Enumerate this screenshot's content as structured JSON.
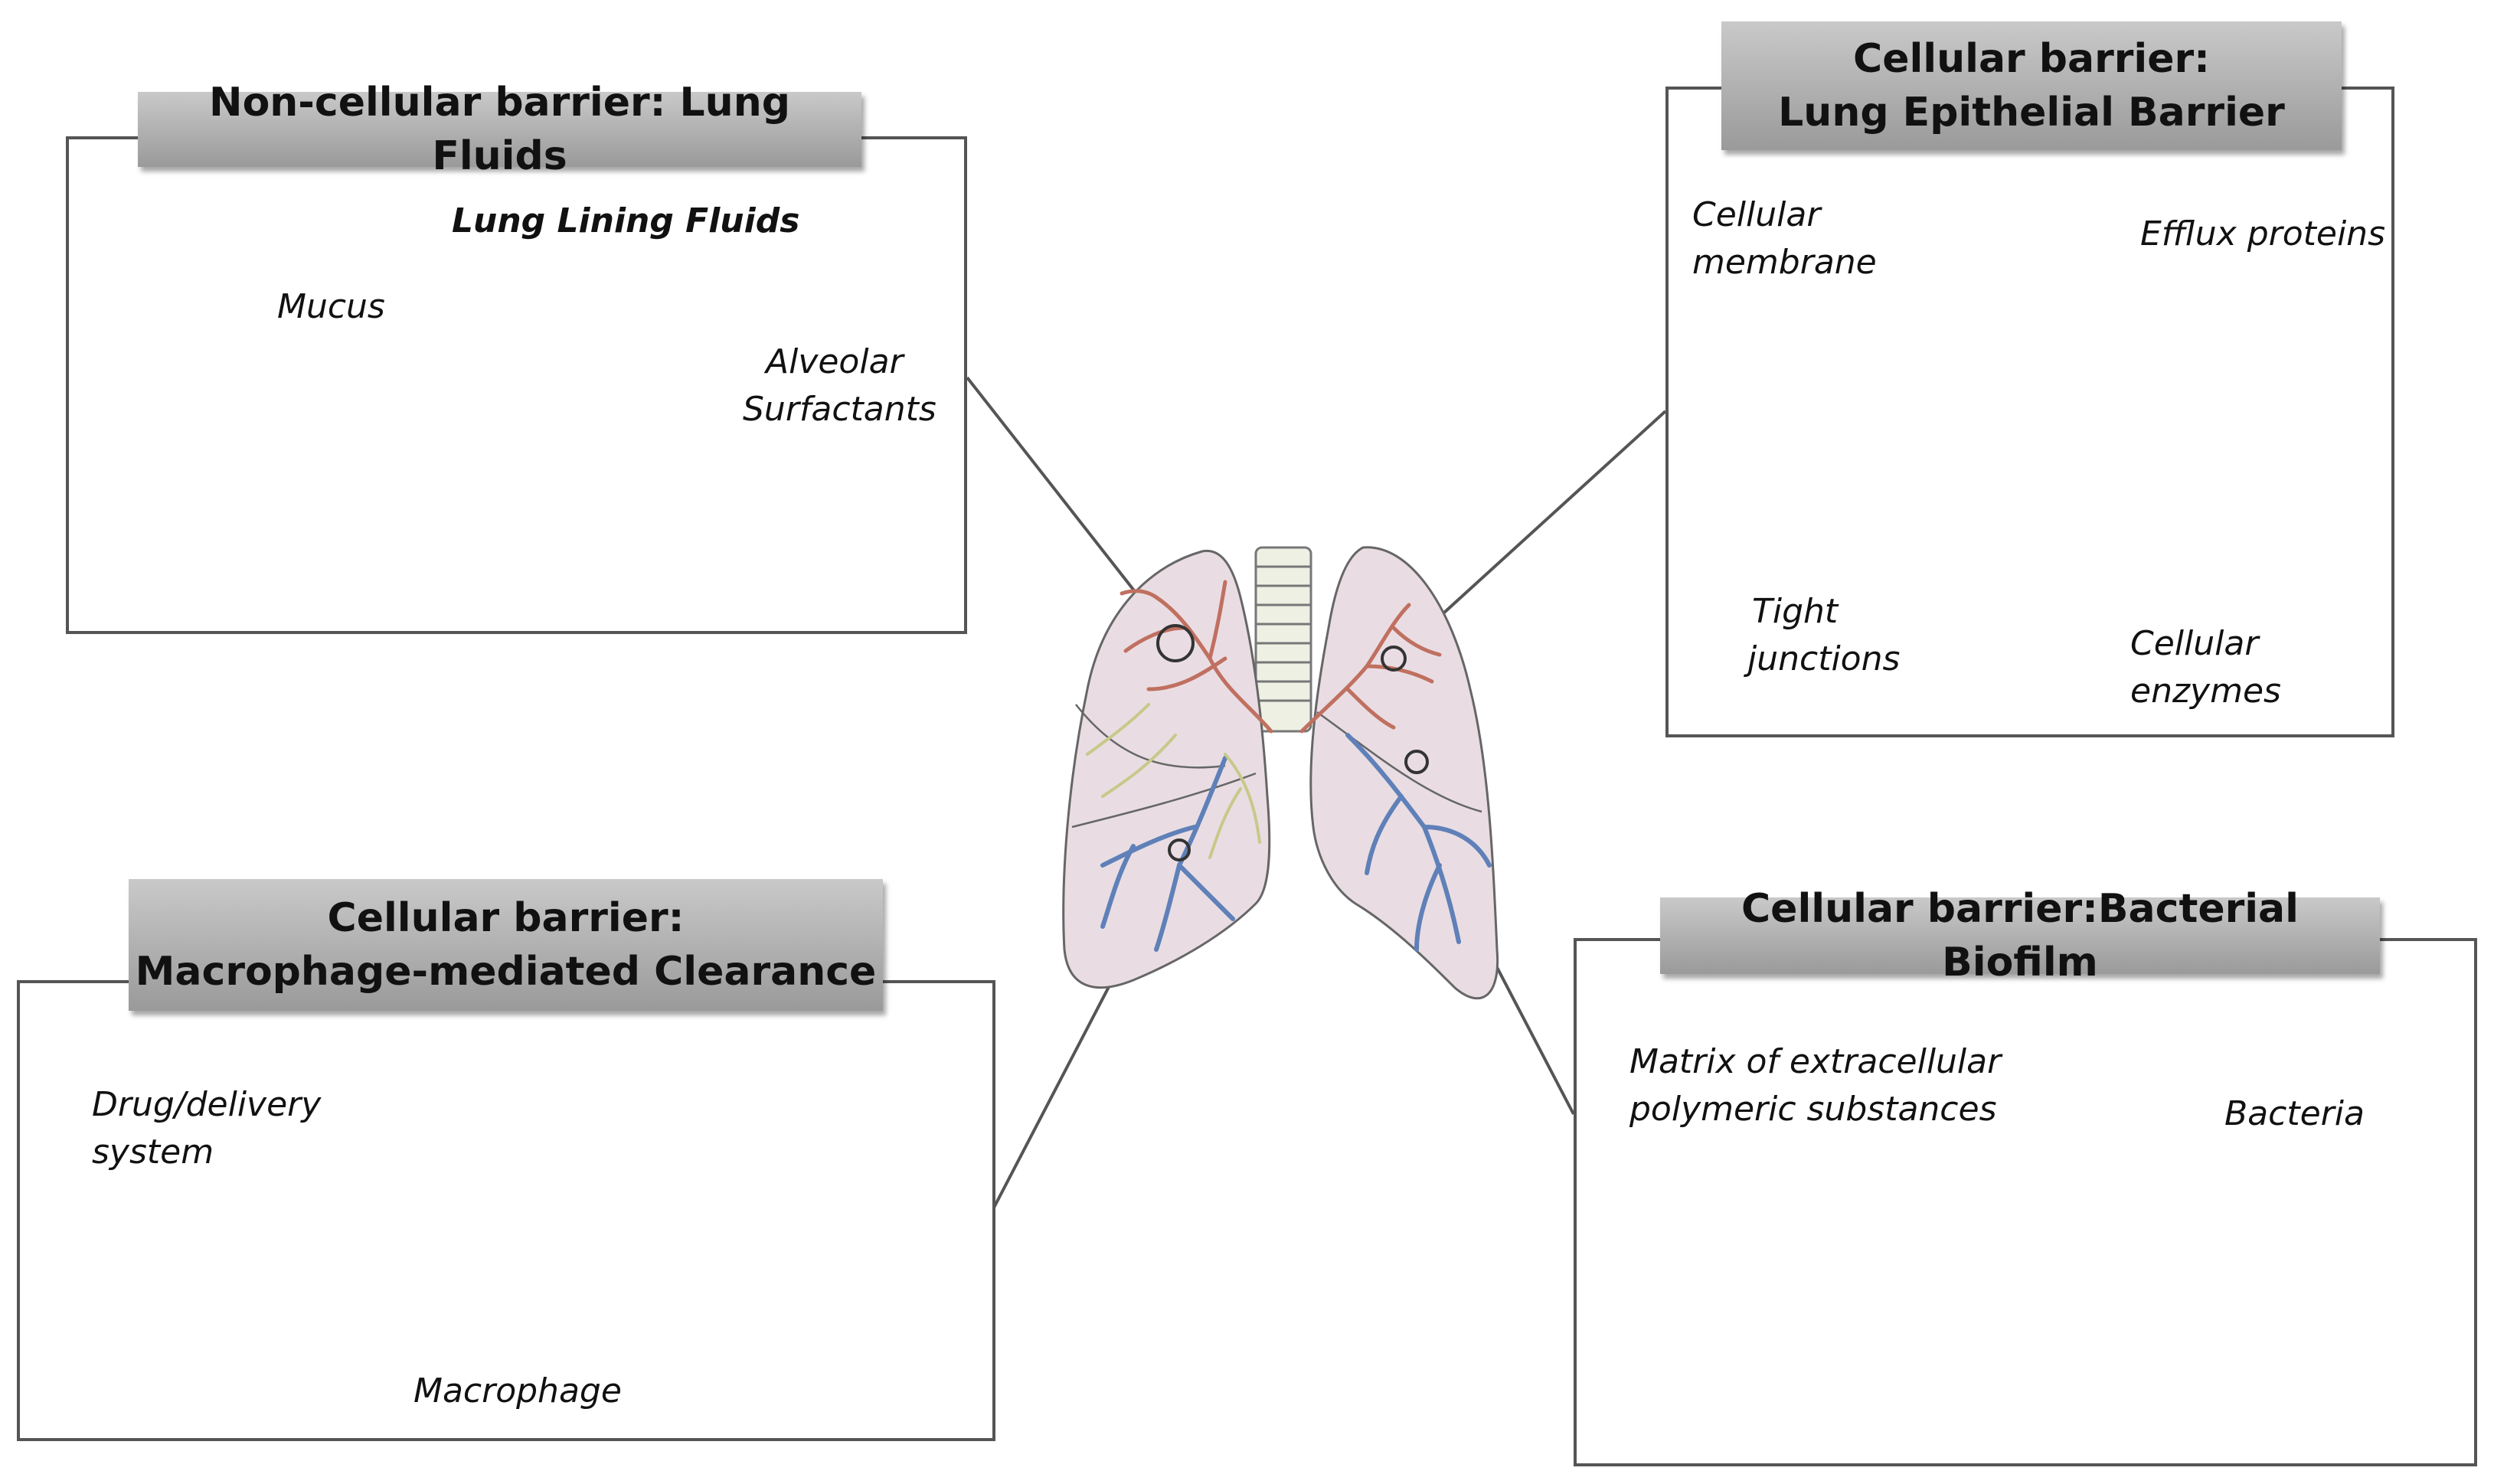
{
  "panels": {
    "lung_fluids": {
      "title": "Non-cellular barrier: Lung Fluids",
      "labels": {
        "lung_lining_fluids": "Lung Lining Fluids",
        "mucus": "Mucus",
        "alveolar_surfactants_1": "Alveolar",
        "alveolar_surfactants_2": "Surfactants"
      }
    },
    "epithelial": {
      "title_line1": "Cellular barrier:",
      "title_line2": "Lung Epithelial Barrier",
      "labels": {
        "cellular_membrane_1": "Cellular",
        "cellular_membrane_2": "membrane",
        "efflux_proteins": "Efflux proteins",
        "tight_junctions_1": "Tight",
        "tight_junctions_2": "junctions",
        "cellular_enzymes_1": "Cellular",
        "cellular_enzymes_2": "enzymes"
      }
    },
    "macrophage": {
      "title_line1": "Cellular barrier:",
      "title_line2": "Macrophage-mediated Clearance",
      "labels": {
        "drug_delivery_1": "Drug/delivery",
        "drug_delivery_2": "system",
        "macrophage": "Macrophage"
      }
    },
    "biofilm": {
      "title": "Cellular barrier:Bacterial Biofilm",
      "labels": {
        "matrix_1": "Matrix of extracellular",
        "matrix_2": "polymeric substances",
        "bacteria": "Bacteria"
      }
    }
  },
  "colors": {
    "border": "#555555",
    "cell_fill": "#f9c9a6",
    "cell_stroke": "#e8955f",
    "goblet": "#6f8de6",
    "goblet_dot": "#2a4db8",
    "nucleus": "#f08850",
    "enzyme": "#9a1030",
    "efflux": "#a8d79a",
    "macrophage_fill": "#f3aab0",
    "macrophage_nucleus": "#d37d86",
    "drug": "#2a4db8",
    "matrix": "#a8d89a",
    "bacterium": "#c88074",
    "substrate": "#fcd5b8",
    "lung_fill": "#e9dde3",
    "airway_red": "#c07060",
    "airway_blue": "#5f80b8",
    "airway_yellow": "#c8c88a"
  }
}
